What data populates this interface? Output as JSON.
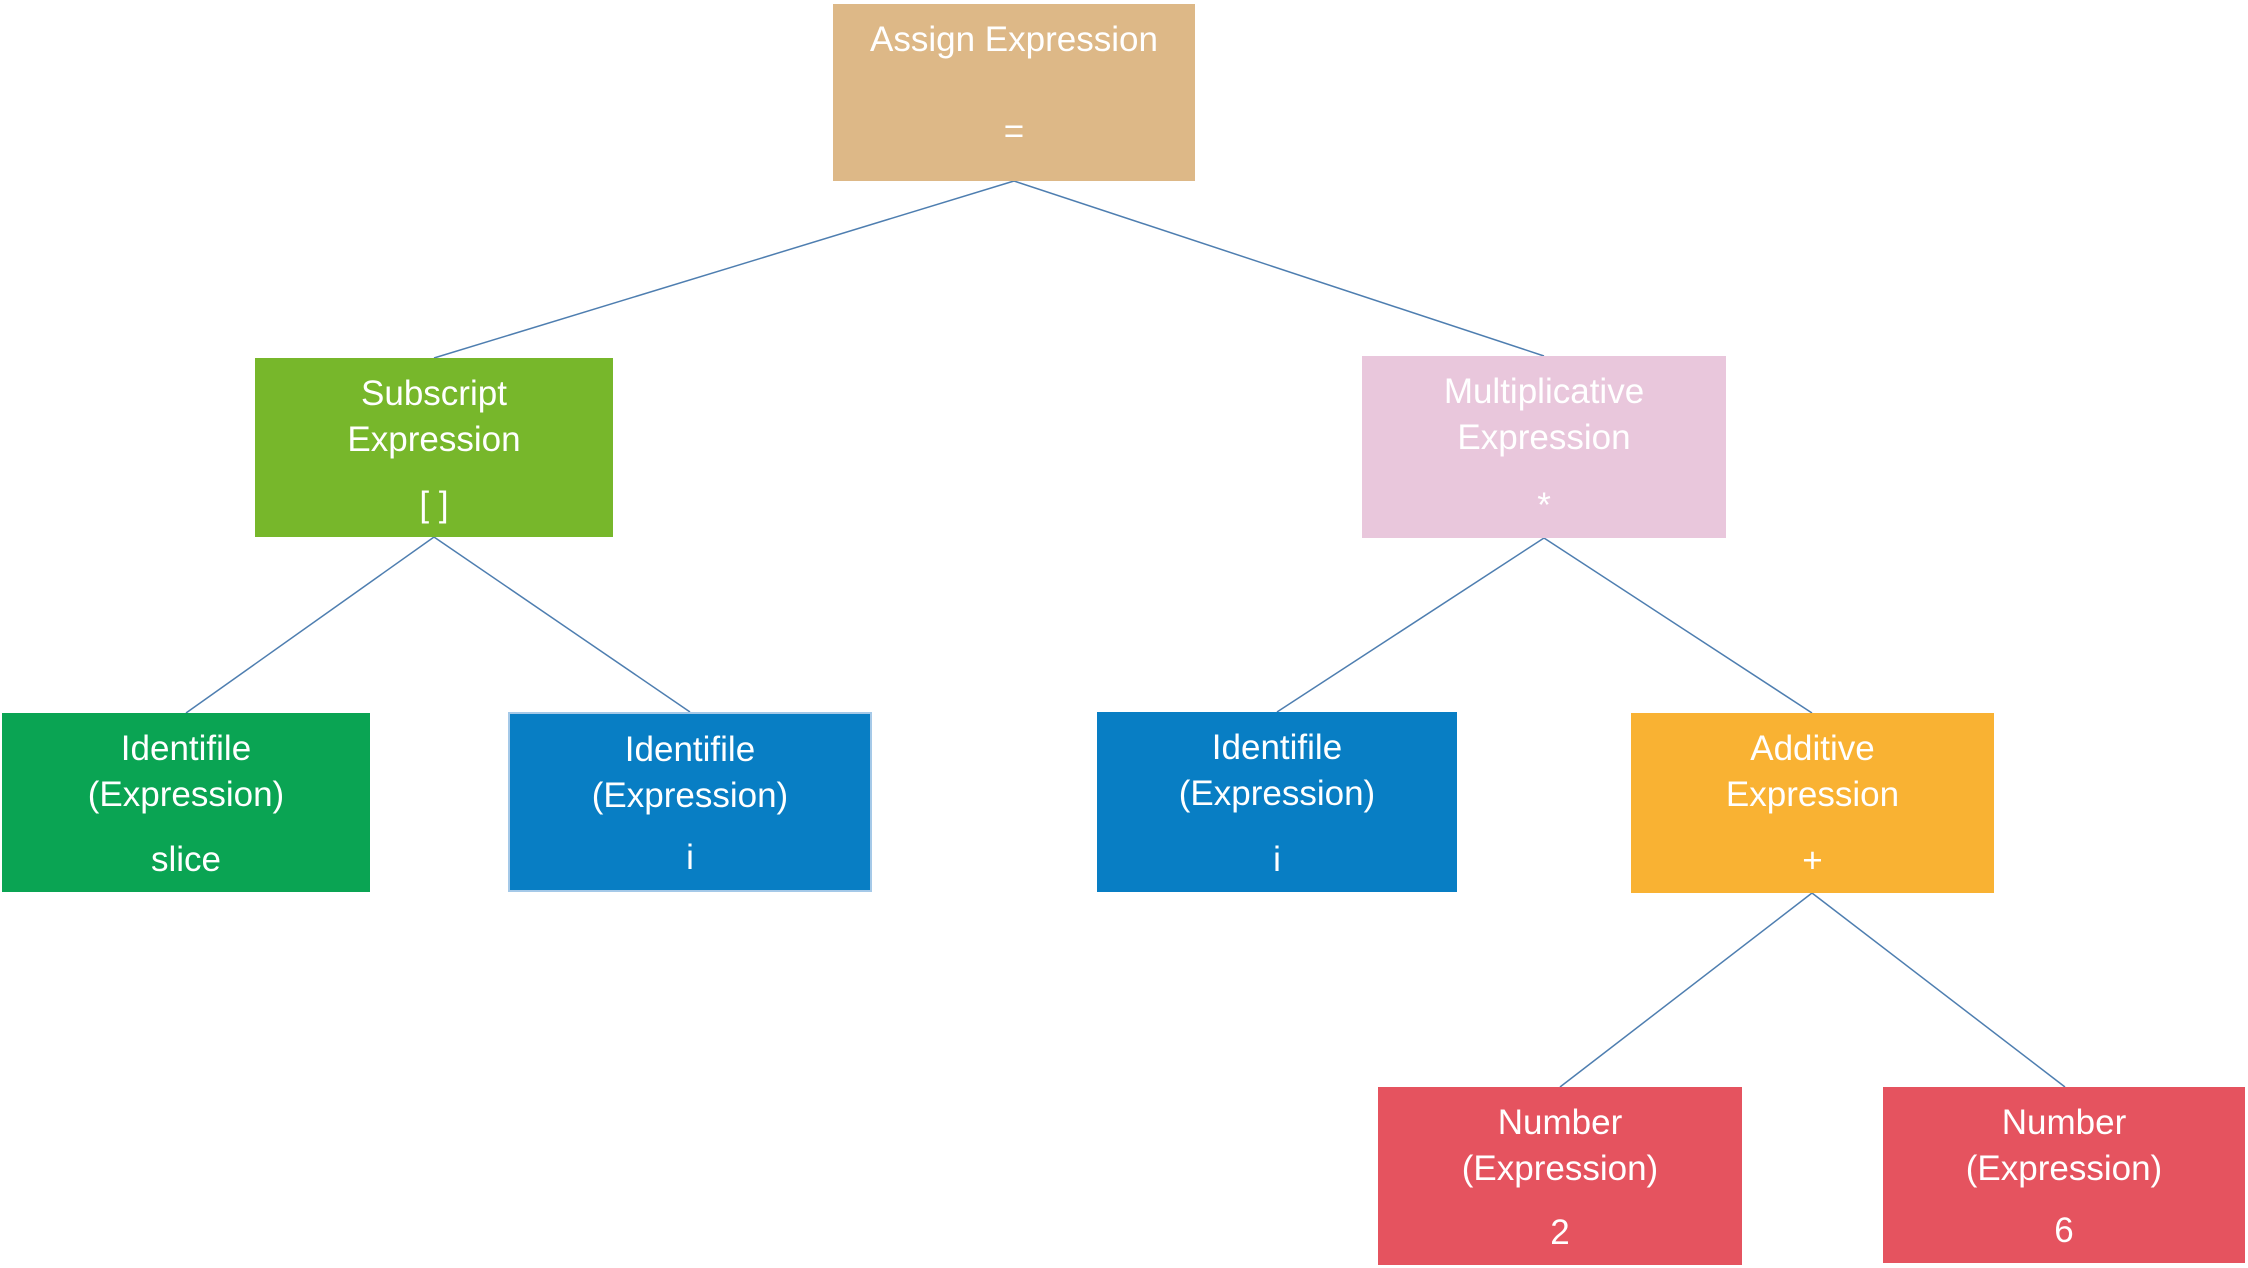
{
  "diagram": {
    "background": "#ffffff",
    "edge_color": "#4E7EB0",
    "text_color": "#ffffff"
  },
  "nodes": [
    {
      "id": "assign-expression",
      "title": "Assign Expression",
      "value": "=",
      "color": "#DDB887"
    },
    {
      "id": "subscript-expression",
      "title": "Subscript\nExpression",
      "value": "[ ]",
      "color": "#77B72B"
    },
    {
      "id": "multiplicative-expression",
      "title": "Multiplicative\nExpression",
      "value": "*",
      "color": "#E9C7DC"
    },
    {
      "id": "identifile-slice",
      "title": "Identifile\n(Expression)",
      "value": "slice",
      "color": "#0AA453"
    },
    {
      "id": "identifile-i-left",
      "title": "Identifile\n(Expression)",
      "value": "i",
      "color": "#087EC4"
    },
    {
      "id": "identifile-i-right",
      "title": "Identifile\n(Expression)",
      "value": "i",
      "color": "#087EC4"
    },
    {
      "id": "additive-expression",
      "title": "Additive\nExpression",
      "value": "+",
      "color": "#F9B233"
    },
    {
      "id": "number-2",
      "title": "Number\n(Expression)",
      "value": "2",
      "color": "#E5535F"
    },
    {
      "id": "number-6",
      "title": "Number\n(Expression)",
      "value": "6",
      "color": "#E5535F"
    }
  ],
  "edges": [
    {
      "from": "assign-expression",
      "to": "subscript-expression"
    },
    {
      "from": "assign-expression",
      "to": "multiplicative-expression"
    },
    {
      "from": "subscript-expression",
      "to": "identifile-slice"
    },
    {
      "from": "subscript-expression",
      "to": "identifile-i-left"
    },
    {
      "from": "multiplicative-expression",
      "to": "identifile-i-right"
    },
    {
      "from": "multiplicative-expression",
      "to": "additive-expression"
    },
    {
      "from": "additive-expression",
      "to": "number-2"
    },
    {
      "from": "additive-expression",
      "to": "number-6"
    }
  ]
}
